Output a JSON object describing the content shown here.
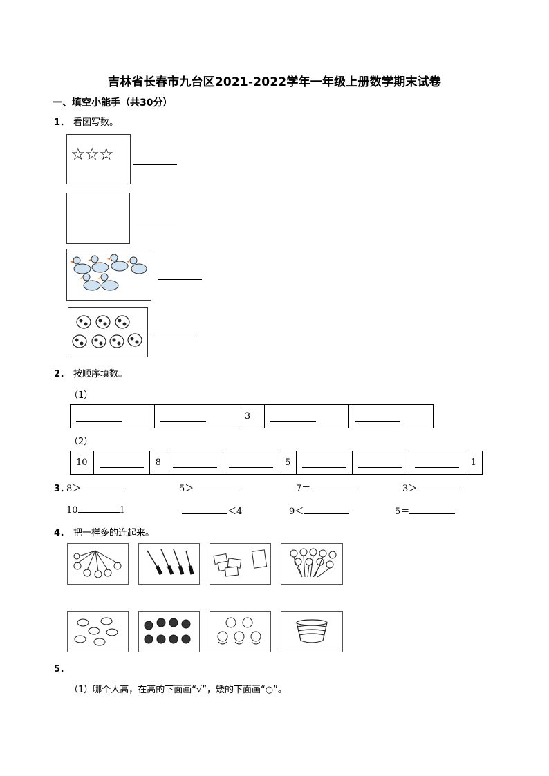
{
  "title": "吉林省长春市九台区2021-2022学年一年级上册数学期末试卷",
  "section1": "一、填空小能手（共30分）",
  "q1": {
    "num": "1．",
    "text": "看图写数。"
  },
  "q2": {
    "num": "2．",
    "text": "按顺序填数。",
    "part1_label": "（1）",
    "row1": [
      "",
      "",
      "3",
      "",
      ""
    ],
    "part2_label": "（2）",
    "row2": [
      "10",
      "",
      "8",
      "",
      "",
      "5",
      "",
      "",
      "",
      "1"
    ]
  },
  "q3": {
    "num": "3．",
    "row1": [
      {
        "pre": "8＞",
        "post": ""
      },
      {
        "pre": "5＞",
        "post": ""
      },
      {
        "pre": "7＝",
        "post": ""
      },
      {
        "pre": "3＞",
        "post": ""
      }
    ],
    "row2": [
      {
        "pre": "10",
        "post": "1"
      },
      {
        "pre": "",
        "post": "＜4"
      },
      {
        "pre": "9＜",
        "post": ""
      },
      {
        "pre": "5＝",
        "post": ""
      }
    ]
  },
  "q4": {
    "num": "4．",
    "text": "把一样多的连起来。"
  },
  "q5": {
    "num": "5．",
    "sub": "（1）哪个人高，在高的下面画“√”，矮的下面画“○”。"
  },
  "stars": "☆☆☆"
}
